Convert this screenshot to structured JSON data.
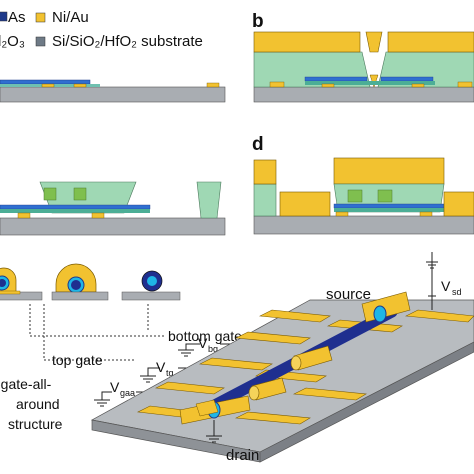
{
  "legend": {
    "items": [
      {
        "label": "As",
        "color": "#1f3a8a"
      },
      {
        "label": "Ni/Au",
        "color": "#f2c230"
      },
      {
        "label": "l₂O₃",
        "color": "#bfe3c8"
      },
      {
        "label": "Si/SiO₂/HfO₂ substrate",
        "color": "#a9adb2"
      }
    ]
  },
  "panels": {
    "b": "b",
    "d": "d"
  },
  "labels": {
    "source": "source",
    "drain": "drain",
    "bottom_gate": "bottom gate",
    "top_gate": "top gate",
    "gate_all_around": [
      "-gate-all-",
      "around",
      "structure"
    ]
  },
  "voltages": {
    "vsd": "V",
    "vsd_sub": "sd",
    "vbg": "V",
    "vbg_sub": "bg",
    "vtg": "V",
    "vtg_sub": "tg",
    "vgaa": "V",
    "vgaa_sub": "gaa"
  },
  "colors": {
    "gold": "#f2c230",
    "gold_edge": "#7a5a00",
    "green": "#9fd8b4",
    "substrate": "#a9adb2",
    "nanowire": "#1f2f8f",
    "cyan": "#1fb6e6",
    "blue_bar": "#2f6fd0"
  }
}
